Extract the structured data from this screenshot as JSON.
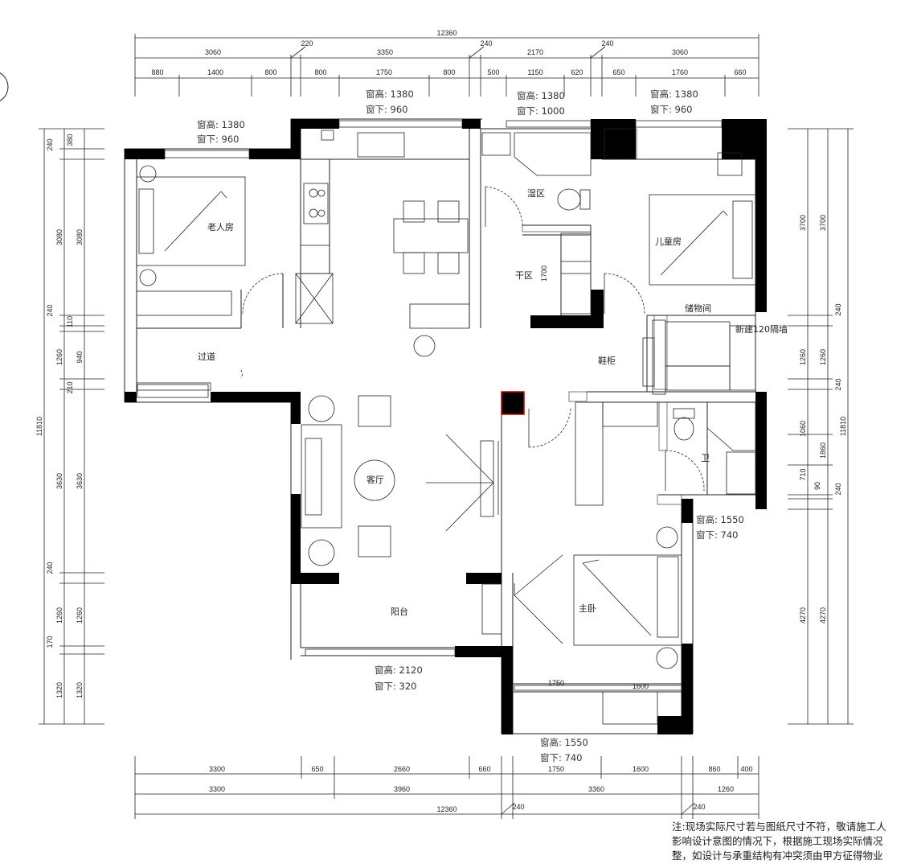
{
  "top_dims": {
    "total": "12360",
    "row1": [
      "3060",
      "220",
      "3350",
      "240",
      "2170",
      "240",
      "3060"
    ],
    "row2": [
      "880",
      "1400",
      "800",
      "800",
      "1750",
      "800",
      "500",
      "1150",
      "620",
      "650",
      "1760",
      "660"
    ]
  },
  "bottom_dims": {
    "row1": [
      "3300",
      "650",
      "2660",
      "660",
      "1750",
      "1600",
      "860",
      "400"
    ],
    "row2": [
      "3300",
      "3960",
      "3360",
      "1260"
    ],
    "total": "12360",
    "wall_a": "240",
    "wall_b": "240"
  },
  "left_dims": {
    "total": "11810",
    "outer": [
      "240",
      "380",
      "3080",
      "240",
      "110",
      "1260",
      "940",
      "210",
      "3630",
      "240",
      "1260",
      "170",
      "1320"
    ],
    "inner": [
      "3080",
      "3630",
      "1260",
      "1320"
    ]
  },
  "right_dims": {
    "total": "11810",
    "outer": [
      "3700",
      "240",
      "1260",
      "240",
      "1060",
      "1860",
      "710",
      "90",
      "240",
      "4270"
    ],
    "inner": [
      "3700",
      "1260",
      "4270"
    ]
  },
  "windows": [
    {
      "height": "窗高: 1380",
      "sill": "窗下: 960"
    },
    {
      "height": "窗高: 1380",
      "sill": "窗下: 960"
    },
    {
      "height": "窗高: 1380",
      "sill": "窗下: 1000"
    },
    {
      "height": "窗高: 1380",
      "sill": "窗下: 960"
    },
    {
      "height": "窗高: 1550",
      "sill": "窗下: 740"
    },
    {
      "height": "窗高: 2120",
      "sill": "窗下: 320"
    },
    {
      "height": "窗高: 1550",
      "sill": "窗下: 740"
    }
  ],
  "rooms": {
    "elder_room": "老人房",
    "passage": "过道",
    "wet_area": "湿区",
    "dry_area": "干区",
    "kids_room": "儿童房",
    "storage_door": "储物间",
    "new_wall": "新建120隔墙",
    "shoe_cabinet": "鞋柜",
    "living": "客厅",
    "bath": "卫",
    "master": "主卧",
    "balcony": "阳台"
  },
  "misc": {
    "dry_len": "1700",
    "wardrobe_a": "1750",
    "wardrobe_b": "1600"
  },
  "footnote": [
    "注:现场实际尺寸若与图纸尺寸不符，敬请施工人",
    "影响设计意图的情况下，根据施工现场实际情况",
    "整，如设计与承重结构有冲突须由甲方征得物业"
  ],
  "colors": {
    "wall": "#000000",
    "line": "#222222",
    "door_highlight": "#cc0000"
  }
}
